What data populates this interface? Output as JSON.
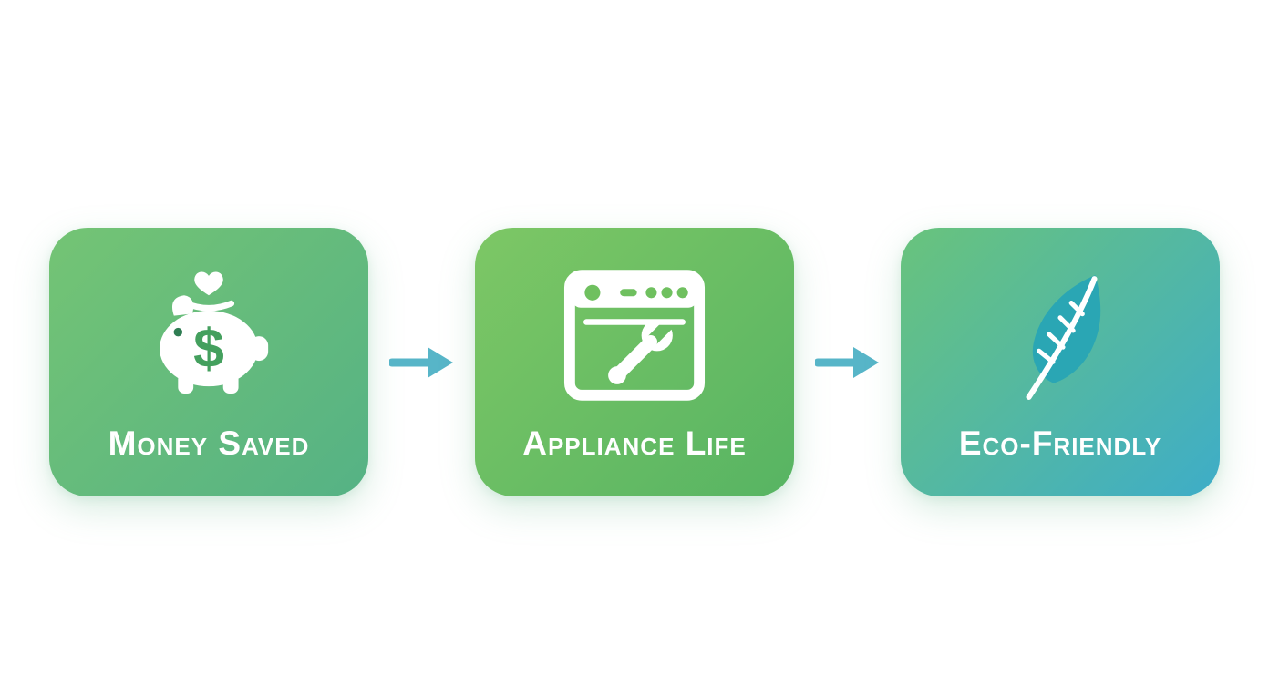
{
  "background": "#ffffff",
  "arrow_color": "#57b5c8",
  "icon_colors": {
    "leaf": "#2aa6b4",
    "dollar": "#44a05e",
    "eye": "#2f7d53",
    "appliance_dots": "#6fc05f"
  },
  "steps": [
    {
      "id": "money-saved",
      "label": "Money Saved",
      "icon": "piggy-bank-dollar-icon",
      "icon_glyph": "$",
      "gradient_from": "#74c474",
      "gradient_to": "#55b285"
    },
    {
      "id": "appliance-life",
      "label": "Appliance Life",
      "icon": "appliance-wrench-icon",
      "gradient_from": "#7dc765",
      "gradient_to": "#57b463"
    },
    {
      "id": "eco-friendly",
      "label": "Eco-Friendly",
      "icon": "leaf-icon",
      "gradient_from": "#69c37c",
      "gradient_to": "#3eadc8"
    }
  ]
}
